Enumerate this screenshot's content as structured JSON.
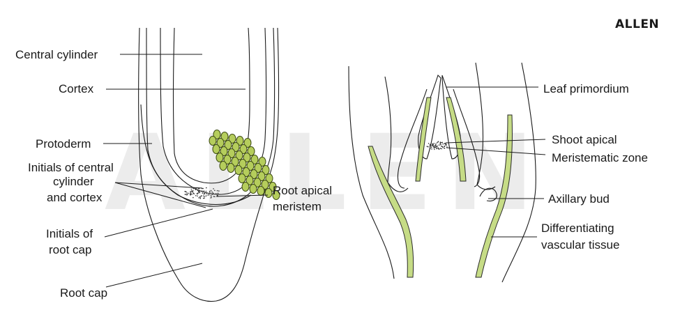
{
  "brand": "ALLEN",
  "watermark": "ALLEN",
  "root_labels": {
    "central_cylinder": "Central cylinder",
    "cortex": "Cortex",
    "protoderm": "Protoderm",
    "initials_central_1": "Initials of central",
    "initials_central_2": "cylinder",
    "initials_central_3": "and cortex",
    "root_apical_1": "Root apical",
    "root_apical_2": "meristem",
    "initials_rootcap_1": "Initials of",
    "initials_rootcap_2": "root cap",
    "root_cap": "Root cap"
  },
  "shoot_labels": {
    "leaf_primordium": "Leaf primordium",
    "shoot_apical": "Shoot apical",
    "meristematic_zone": "Meristematic zone",
    "axillary_bud": "Axillary bud",
    "diff_vasc_1": "Differentiating",
    "diff_vasc_2": "vascular tissue"
  },
  "colors": {
    "vascular_fill": "#c6dc86",
    "cell_fill": "#b5cd5c",
    "line": "#1a1a1a"
  }
}
